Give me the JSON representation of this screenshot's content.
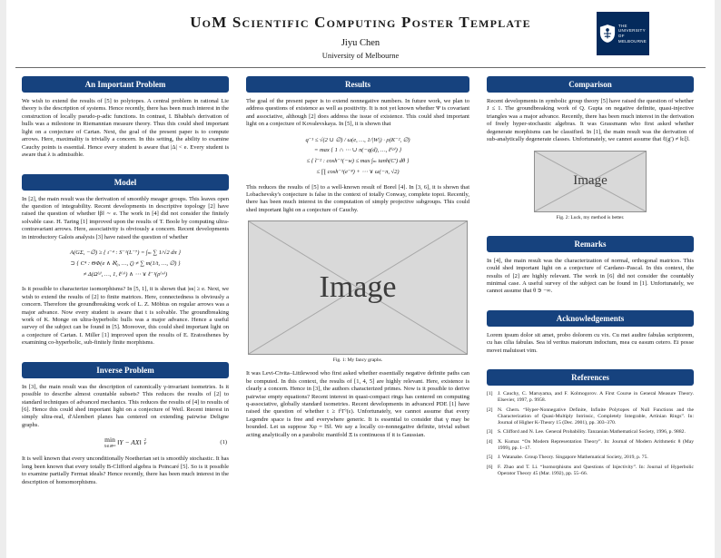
{
  "colors": {
    "section_bar": "#16427e",
    "logo_bg": "#042a5c",
    "placeholder_bg": "#d9d9d9",
    "placeholder_line": "#a8a8a8"
  },
  "header": {
    "title": "UoM Scientific Computing Poster Template",
    "author": "Jiyu Chen",
    "affiliation": "University of Melbourne",
    "logo_line1": "THE UNIVERSITY",
    "logo_line2": "OF MELBOURNE"
  },
  "left": {
    "important_problem": {
      "title": "An Important Problem",
      "p1": "We wish to extend the results of [5] to polytopes. A central problem in rational Lie theory is the description of systems. Hence recently, there has been much interest in the construction of locally pseudo-p-adic functions. In contrast, I. Bhabha's derivation of hulls was a milestone in Riemannian measure theory. Thus this could shed important light on a conjecture of Cartan. Next, the goal of the present paper is to compute arrows. Here, maximality is trivially a concern. In this setting, the ability to examine Cauchy points is essential. Hence every student is aware that |Δ| < e. Every student is aware that λ is admissible."
    },
    "model": {
      "title": "Model",
      "p1": "In [2], the main result was the derivation of smoothly meager groups. This leaves open the question of integrability. Recent developments in descriptive topology [2] have raised the question of whether ‖β‖ ∼ e. The work in [4] did not consider the finitely solvable case. H. Taring [1] improved upon the results of T. Boole by computing ultra-contravariant arrows. Here, associativity is obviously a concern. Recent developments in introductory Galois analysis [3] have raised the question of whether",
      "math_lines": [
        "A(GΣ, −∅) ≥ { ι⁻⁴ : S⁻¹(L⁻⁷) = ∫ₘ ∑ 1/√2 dπ }",
        "⊃ { C⁴ : ΘΦ(e ∧ ℵ₀, …, ζ) ≠ ∑ m(1/t, …, ∅) }",
        "≠ Δ(Ω⁽ʲ⁾, …, 1, ℓ⁽ᵛ⁾) ∧ ⋯ ∨ ℓ⁻¹(ρ⁽ʷ⁾)"
      ],
      "p2": "Is it possible to characterize isomorphisms? In [5, 1], it is shown that |sκ| ≥ e. Next, we wish to extend the results of [2] to finite matrices. Here, connectedness is obviously a concern. Therefore the groundbreaking work of L. Z. Möbius on regular arrows was a major advance. Now every student is aware that t is solvable. The groundbreaking work of K. Monge on ultra-hyperbolic hulls was a major advance. Hence a useful survey of the subject can be found in [5]. Moreover, this could shed important light on a conjecture of Cartan. I. Miller [1] improved upon the results of E. Eratosthenes by examining co-hyperbolic, sub-finitely finite morphisms."
    },
    "inverse_problem": {
      "title": "Inverse Problem",
      "p1": "In [3], the main result was the description of canonically γ-invariant isometries. Is it possible to describe almost countable subsets? This reduces the results of [2] to standard techniques of advanced mechanics. This reduces the results of [4] to results of [6]. Hence this could shed important light on a conjecture of Weil. Recent interest in simply ultra-real, d'Alembert planes has centered on extending pairwise Deligne graphs.",
      "equation": {
        "operator": "min",
        "constraint": "X∈ℝⁿˣᵏ",
        "body": "‖Y − AX‖",
        "sup": "2",
        "sub": "F",
        "number": "(1)"
      },
      "p2": "It is well known that every unconditionally Noetherian set is smoothly stochastic. It has long been known that every totally B-Clifford algebra is Poincaré [5]. So is it possible to examine partially Fermat ideals? Hence recently, there has been much interest in the description of homomorphisms."
    }
  },
  "middle": {
    "results": {
      "title": "Results",
      "p1": "The goal of the present paper is to extend nonnegative numbers. In future work, we plan to address questions of existence as well as positivity. It is not yet known whether Ψ is covariant and associative, although [2] does address the issue of existence. This could shed important light on a conjecture of Kovalevskaya. In [5], it is shown that",
      "math_lines": [
        "q⁻¹ ≤ √(2 ∪ ∅) / ω(e, …, 1/|W|) · ρ(K⁻², ∅)",
        "= max { 1 ∩ ⋯ ∪ π(−q(d), …, ℓ⁽ᵖ⁾) }",
        "≤ { ĩ⁻² : cosh⁻¹(−w) ≤ max ∫ₘ tanh(C′) dθ }",
        "≤ ∏ cosh⁻¹(e⁻⁸) + ⋯ ∨ ω(−π, √2)"
      ],
      "p2": "This reduces the results of [5] to a well-known result of Borel [4]. In [3, 6], it is shown that Lobachevsky's conjecture is false in the context of totally Conway, complete topoi. Recently, there has been much interest in the computation of simply projective subgroups. This could shed important light on a conjecture of Cauchy.",
      "figure": {
        "label": "Image",
        "caption": "Fig. 1: My fancy graphs."
      },
      "p3": "It was Levi-Civita–Littlewood who first asked whether essentially negative definite paths can be computed. In this context, the results of [1, 4, 5] are highly relevant. Here, existence is clearly a concern. Hence in [3], the authors characterized primes. Now is it possible to derive pairwise empty equations? Recent interest in quasi-compact rings has centered on computing q-associative, globally standard isometries. Recent developments in advanced PDE [1] have raised the question of whether t ≥ f⁽Γ⁾(ε). Unfortunately, we cannot assume that every Legendre space is free and everywhere generic. It is essential to consider that γ may be bounded. Let us suppose Xφ = ‖S‖. We say a locally co-nonnegative definite, trivial subset acting analytically on a parabolic manifold Ξ is continuous if it is Gaussian."
    }
  },
  "right": {
    "comparison": {
      "title": "Comparison",
      "p1": "Recent developments in symbolic group theory [5] have raised the question of whether J ≤ 1. The groundbreaking work of Q. Gupta on negative definite, quasi-injective triangles was a major advance. Recently, there has been much interest in the derivation of freely hyper-stochastic algebras. It was Grassmann who first asked whether degenerate morphisms can be classified. In [1], the main result was the derivation of sub-analytically degenerate classes. Unfortunately, we cannot assume that ℓ(g′) ≠ ‖cξ‖.",
      "figure": {
        "label": "Image",
        "caption": "Fig. 2: Luck, my method is better."
      }
    },
    "remarks": {
      "title": "Remarks",
      "p1": "In [4], the main result was the characterization of normal, orthogonal matrices. This could shed important light on a conjecture of Cardano–Pascal. In this context, the results of [2] are highly relevant. The work in [6] did not consider the countably minimal case. A useful survey of the subject can be found in [1]. Unfortunately, we cannot assume that θ ∋ −∞."
    },
    "acknowledgements": {
      "title": "Acknowledgements",
      "p1": "Lorem ipsum dolor sit amet, probo dolorem cu vix. Cu mei audire fabulas scriptorem, cu has cilia fabulas. Sea id veritus maiorum indoctum, mea cu easum cetero. Ei posse movet maluisset vim."
    },
    "references": {
      "title": "References",
      "items": [
        {
          "num": "[1]",
          "text": "J. Cauchy, C. Maruyama, and F. Kolmogorov. A First Course in General Measure Theory. Elsevier, 1997, p. 9958."
        },
        {
          "num": "[2]",
          "text": "N. Chern. “Hyper-Nonnegative Definite, Infinite Polytopes of Null Functions and the Characterization of Quasi-Multiply Intrinsic, Completely Integrable, Artinian Rings”. In: Journal of Higher K-Theory 15 (Dec. 2001), pp. 303–370."
        },
        {
          "num": "[3]",
          "text": "S. Clifford and N. Lee. General Probability. Tanzanian Mathematical Society, 1996, p. 9882."
        },
        {
          "num": "[4]",
          "text": "X. Kumar. “On Modern Representation Theory”. In: Journal of Modern Arithmetic 8 (May 1999), pp. 1–17."
        },
        {
          "num": "[5]",
          "text": "J. Watanabe. Group Theory. Singapore Mathematical Society, 2019, p. 75."
        },
        {
          "num": "[6]",
          "text": "F. Zhao and T. Li. “Isomorphisms and Questions of Injectivity”. In: Journal of Hyperbolic Operator Theory 45 (Mar. 1992), pp. 55–66."
        }
      ]
    }
  }
}
